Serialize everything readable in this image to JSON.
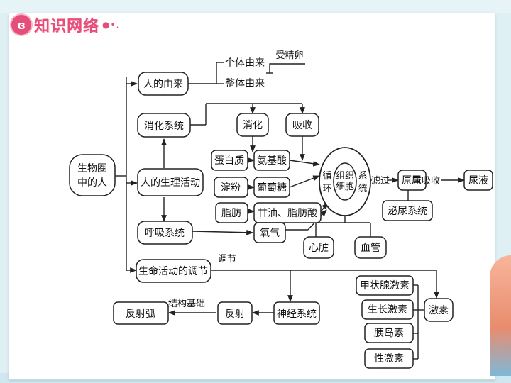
{
  "header": {
    "title": "知识网络",
    "icon": "swan-icon"
  },
  "nodes": {
    "root": [
      "生物圈",
      "中的人"
    ],
    "origin": "人的由来",
    "individual": "个体由来",
    "overall": "整体由来",
    "fertilized_egg": "受精卵",
    "life_activity": "人的生理活动",
    "digestive": "消化系统",
    "digestion": "消化",
    "absorption": "吸收",
    "protein": "蛋白质",
    "amino_acid": "氨基酸",
    "starch": "淀粉",
    "glucose": "葡萄糖",
    "fat": "脂肪",
    "glycerol_fatty": "甘油、脂肪酸",
    "respiratory": "呼吸系统",
    "oxygen": "氧气",
    "circulation": [
      "循",
      "环",
      "系",
      "统"
    ],
    "tissue_cell": [
      "组织",
      "细胞"
    ],
    "heart": "心脏",
    "vessel": "血管",
    "filter": "滤过",
    "primary_urine": "原尿",
    "reabsorb": "重吸收",
    "urine": "尿液",
    "urinary": "泌尿系统",
    "regulation": "生命活动的调节",
    "regulate_label": "调节",
    "nervous": "神经系统",
    "reflex": "反射",
    "structure_basis": "结构基础",
    "reflex_arc": "反射弧",
    "hormone": "激素",
    "thyroxine": "甲状腺激素",
    "growth_hormone": "生长激素",
    "insulin": "胰岛素",
    "sex_hormone": "性激素"
  }
}
